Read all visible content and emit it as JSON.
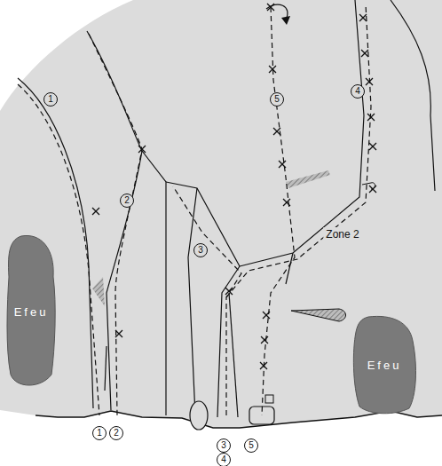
{
  "diagram": {
    "nodes": [
      {
        "text": [
          "Efeu"
        ]
      },
      {
        "text": [
          "Efeu"
        ]
      }
    ],
    "labels": [
      "4",
      "5",
      "1",
      "2",
      "3",
      "Zone 2",
      "1",
      "2",
      "3",
      "5",
      "4"
    ]
  }
}
